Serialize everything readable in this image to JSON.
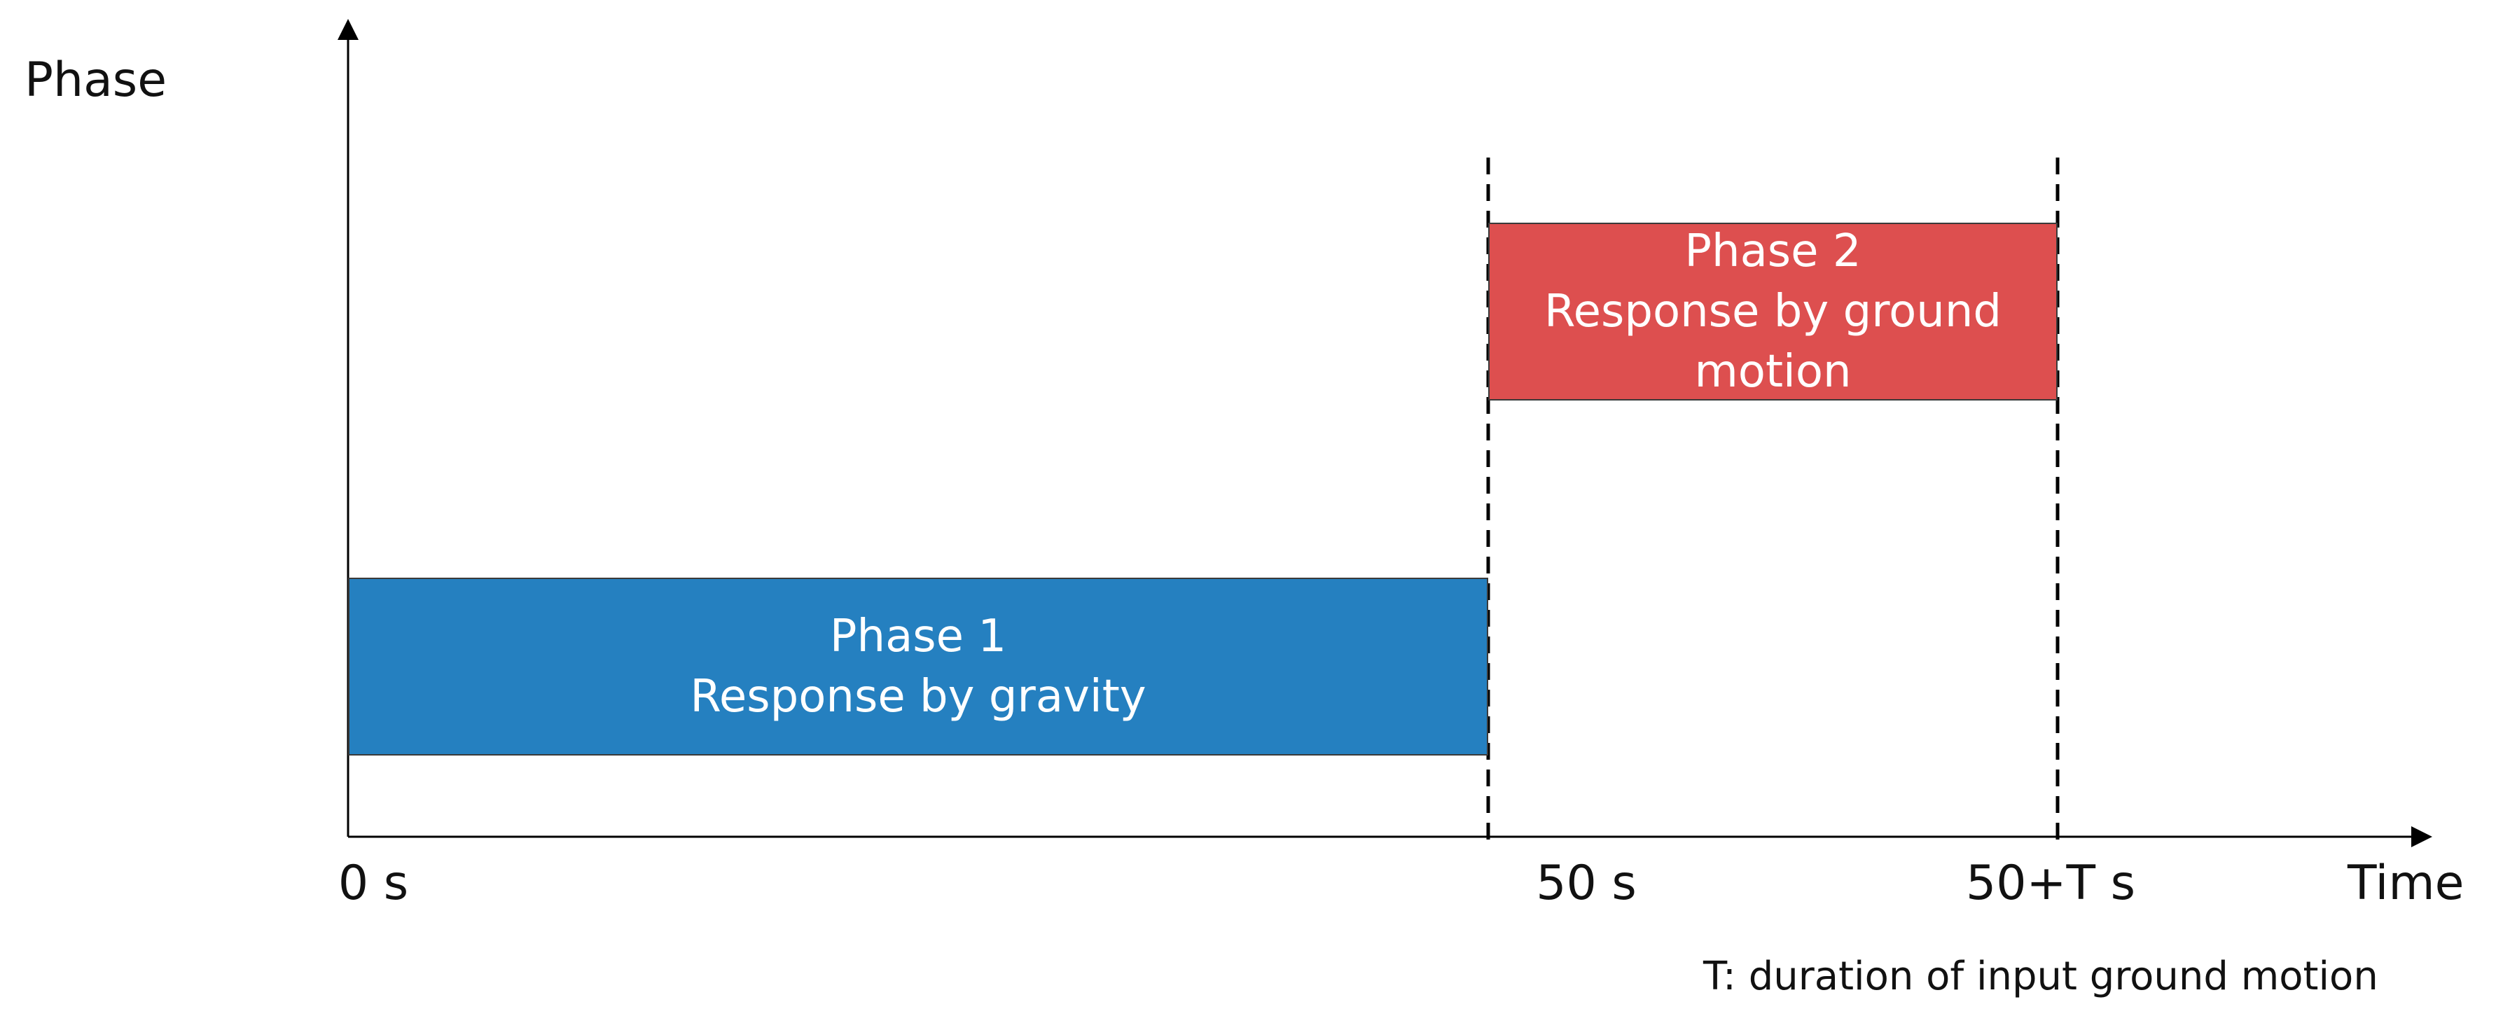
{
  "axes": {
    "y_title": "Phase",
    "x_title": "Time"
  },
  "ticks": {
    "t0": "0 s",
    "t50": "50 s",
    "t50T": "50+T s"
  },
  "phases": [
    {
      "label": "Phase 1\nResponse by gravity",
      "color": "#2580c0"
    },
    {
      "label": "Phase 2\nResponse by ground\nmotion",
      "color": "#dd4f4f"
    }
  ],
  "note": "T: duration of input ground motion"
}
